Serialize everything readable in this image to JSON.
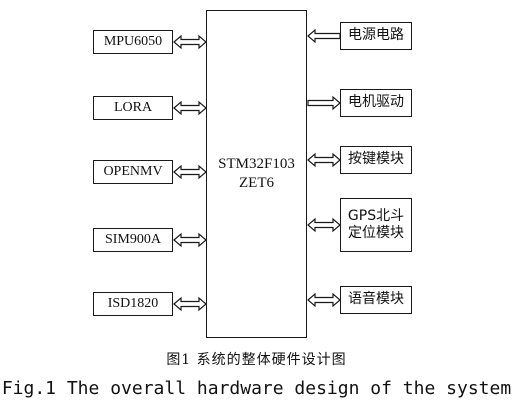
{
  "mcu": {
    "line1": "STM32F103",
    "line2": "ZET6"
  },
  "left_modules": [
    {
      "label": "MPU6050",
      "link": "bidirectional"
    },
    {
      "label": "LORA",
      "link": "bidirectional"
    },
    {
      "label": "OPENMV",
      "link": "bidirectional"
    },
    {
      "label": "SIM900A",
      "link": "bidirectional"
    },
    {
      "label": "ISD1820",
      "link": "bidirectional"
    }
  ],
  "right_modules": [
    {
      "label": "电源电路",
      "link": "to-mcu"
    },
    {
      "label": "电机驱动",
      "link": "from-mcu"
    },
    {
      "label": "按键模块",
      "link": "bidirectional"
    },
    {
      "label_line1": "GPS北斗",
      "label_line2": "定位模块",
      "link": "bidirectional"
    },
    {
      "label": "语音模块",
      "link": "bidirectional"
    }
  ],
  "caption_cn": "图1 系统的整体硬件设计图",
  "caption_en": "Fig.1 The overall hardware design of the system"
}
